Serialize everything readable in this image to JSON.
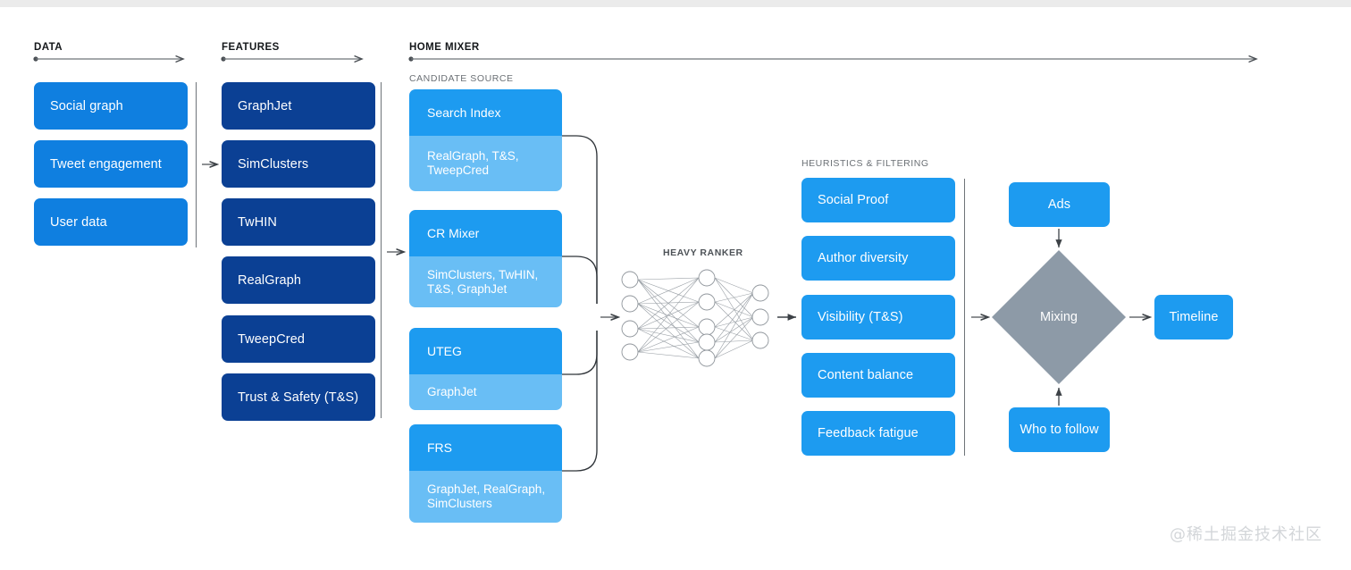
{
  "sections": {
    "data": {
      "title": "DATA"
    },
    "features": {
      "title": "FEATURES"
    },
    "home_mixer": {
      "title": "HOME MIXER"
    },
    "candidate_source": {
      "title": "CANDIDATE SOURCE"
    },
    "heavy_ranker": {
      "title": "HEAVY RANKER"
    },
    "heuristics": {
      "title": "HEURISTICS & FILTERING"
    }
  },
  "data_boxes": [
    {
      "label": "Social graph"
    },
    {
      "label": "Tweet engagement"
    },
    {
      "label": "User data"
    }
  ],
  "feature_boxes": [
    {
      "label": "GraphJet"
    },
    {
      "label": "SimClusters"
    },
    {
      "label": "TwHIN"
    },
    {
      "label": "RealGraph"
    },
    {
      "label": "TweepCred"
    },
    {
      "label": "Trust & Safety (T&S)"
    }
  ],
  "candidate_sources": [
    {
      "name": "Search Index",
      "features": "RealGraph, T&S, TweepCred"
    },
    {
      "name": "CR Mixer",
      "features": "SimClusters, TwHIN, T&S, GraphJet"
    },
    {
      "name": "UTEG",
      "features": "GraphJet"
    },
    {
      "name": "FRS",
      "features": "GraphJet, RealGraph, SimClusters"
    }
  ],
  "heuristic_boxes": [
    {
      "label": "Social Proof"
    },
    {
      "label": "Author diversity"
    },
    {
      "label": "Visibility (T&S)"
    },
    {
      "label": "Content balance"
    },
    {
      "label": "Feedback fatigue"
    }
  ],
  "mixing": {
    "ads_label": "Ads",
    "mixing_label": "Mixing",
    "who_to_follow_label": "Who to follow",
    "timeline_label": "Timeline"
  },
  "neural_net": {
    "input_nodes": 4,
    "hidden_nodes": 5,
    "output_nodes": 3
  },
  "watermark": {
    "text": "@稀土掘金技术社区"
  },
  "colors": {
    "data_box": "#0f7fe0",
    "feature_box": "#0b4094",
    "candidate_head": "#1d9bf0",
    "candidate_body": "#69bef5",
    "heuristic_box": "#1d9bf0",
    "mixing_diamond": "#8d9aa7",
    "line": "#6e7479"
  }
}
